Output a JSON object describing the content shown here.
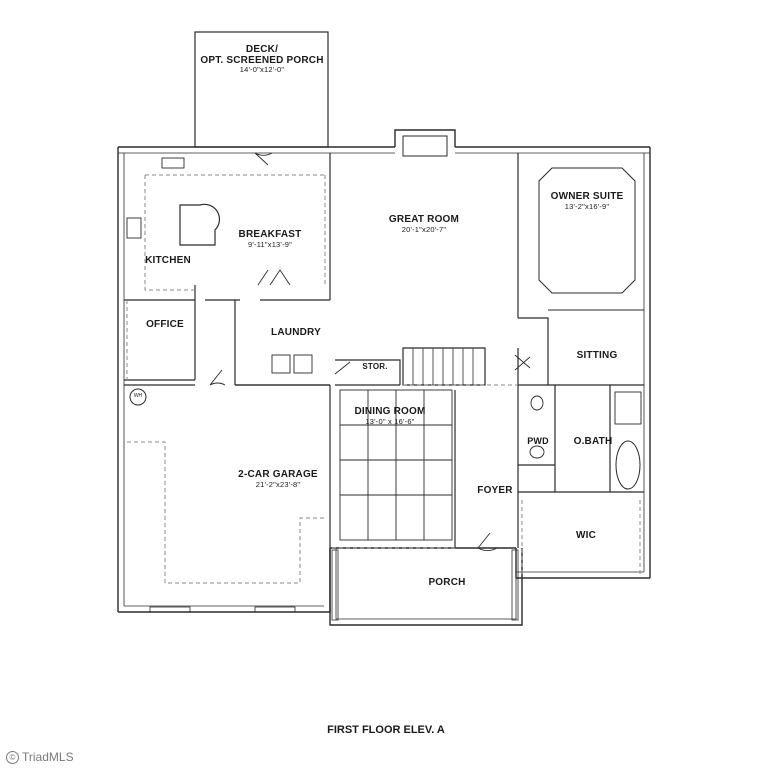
{
  "plan": {
    "title": "FIRST FLOOR ELEV. A",
    "watermark": "TriadMLS",
    "rooms": {
      "deck": {
        "name_1": "DECK/",
        "name_2": "OPT. SCREENED PORCH",
        "dims": "14'-0\"x12'-0\""
      },
      "breakfast": {
        "name": "BREAKFAST",
        "dims": "9'-11\"x13'-9\""
      },
      "kitchen": {
        "name": "KITCHEN"
      },
      "great_room": {
        "name": "GREAT ROOM",
        "dims": "20'-1\"x20'-7\""
      },
      "owner_suite": {
        "name": "OWNER SUITE",
        "dims": "13'-2\"x16'-9\""
      },
      "office": {
        "name": "OFFICE"
      },
      "laundry": {
        "name": "LAUNDRY"
      },
      "stor": {
        "name": "STOR."
      },
      "sitting": {
        "name": "SITTING"
      },
      "dining": {
        "name": "DINING ROOM",
        "dims": "13'-0\" x 16'-6\""
      },
      "pwd": {
        "name": "PWD"
      },
      "obath": {
        "name": "O.BATH"
      },
      "garage": {
        "name": "2-CAR GARAGE",
        "dims": "21'-2\"x23'-8\""
      },
      "foyer": {
        "name": "FOYER"
      },
      "wic": {
        "name": "WIC"
      },
      "porch": {
        "name": "PORCH"
      }
    },
    "water_heater_label": "WH"
  },
  "colors": {
    "wall": "#2b2b2b",
    "dashed": "#8a8a8a",
    "watermark": "#7a7a7a"
  }
}
